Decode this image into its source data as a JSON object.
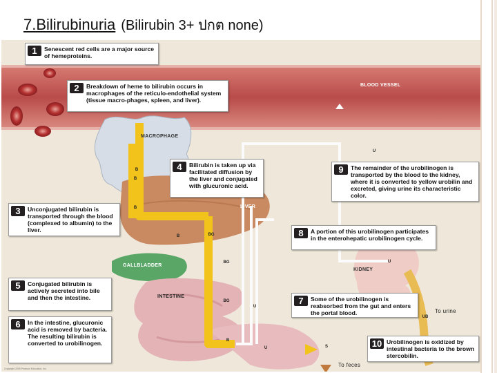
{
  "title": {
    "main": "7.Bilirubinuria",
    "sub": "(Bilirubin 3+ ปกต   none)"
  },
  "figure": {
    "labels": {
      "blood_vessel": "BLOOD VESSEL",
      "macrophage": "MACROPHAGE",
      "liver": "LIVER",
      "gallbladder": "GALLBLADDER",
      "intestine": "INTESTINE",
      "kidney": "KIDNEY",
      "to_urine": "To urine",
      "to_feces": "To feces"
    },
    "tags": {
      "B": "B",
      "BG": "BG",
      "U": "U",
      "UB": "UB",
      "S": "S"
    },
    "steps": [
      {
        "num": "1",
        "text": "Senescent red cells are a major source of hemeproteins."
      },
      {
        "num": "2",
        "text": "Breakdown of heme to bilirubin occurs in macrophages of the reticulo-endothelial system (tissue macro-phages, spleen, and liver)."
      },
      {
        "num": "3",
        "text": "Unconjugated bilirubin is transported through the blood (complexed to albumin) to the liver."
      },
      {
        "num": "4",
        "text": "Bilirubin is taken up via facilitated diffusion by the liver and conjugated with glucuronic acid."
      },
      {
        "num": "5",
        "text": "Conjugated bilirubin is actively secreted into bile and then the intestine."
      },
      {
        "num": "6",
        "text": "In the intestine, glucuronic acid is removed by bacteria. The resulting bilirubin is converted to urobilinogen."
      },
      {
        "num": "7",
        "text": "Some of the urobilinogen is reabsorbed from the gut and enters the portal blood."
      },
      {
        "num": "8",
        "text": "A portion of this urobilinogen participates in the enterohepatic urobilinogen cycle."
      },
      {
        "num": "9",
        "text": "The remainder of the urobilinogen is transported by the blood to the kidney, where it is converted to yellow urobilin and excreted, giving urine its characteristic color."
      },
      {
        "num": "10",
        "text": "Urobilinogen is oxidized by intestinal bacteria to the brown stercobilin."
      }
    ],
    "footer": "Copyright 2009 Pearson Education, Inc."
  },
  "colors": {
    "bilirubin_path": "#f2c31a",
    "blood_vessel": "#c65a55",
    "liver": "#c98a62",
    "gallbladder": "#5aa667",
    "intestine": "#e3b3b6",
    "kidney": "#efcdc6",
    "ureter": "#e9bb53",
    "background": "#efe8da"
  }
}
